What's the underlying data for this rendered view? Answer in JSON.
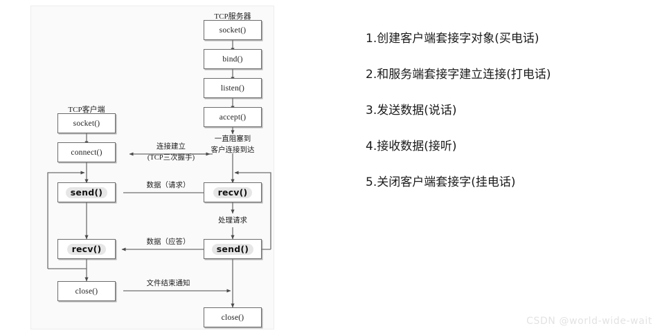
{
  "diagram": {
    "columns": {
      "server_title": "TCP服务器",
      "client_title": "TCP客户端"
    },
    "server_nodes": [
      {
        "id": "server-socket",
        "label": "socket()",
        "emphasis": false
      },
      {
        "id": "server-bind",
        "label": "bind()",
        "emphasis": false
      },
      {
        "id": "server-listen",
        "label": "listen()",
        "emphasis": false
      },
      {
        "id": "server-accept",
        "label": "accept()",
        "emphasis": false
      },
      {
        "id": "server-recv",
        "label": "recv()",
        "emphasis": true
      },
      {
        "id": "server-send",
        "label": "send()",
        "emphasis": true
      },
      {
        "id": "server-close",
        "label": "close()",
        "emphasis": false
      }
    ],
    "client_nodes": [
      {
        "id": "client-socket",
        "label": "socket()",
        "emphasis": false
      },
      {
        "id": "client-connect",
        "label": "connect()",
        "emphasis": false
      },
      {
        "id": "client-send",
        "label": "send()",
        "emphasis": true
      },
      {
        "id": "client-recv",
        "label": "recv()",
        "emphasis": true
      },
      {
        "id": "client-close",
        "label": "close()",
        "emphasis": false
      }
    ],
    "annotations": {
      "server_block_line1": "一直阻塞到",
      "server_block_line2": "客户连接到达",
      "connect_line1": "连接建立",
      "connect_line2": "(TCP三次握手)",
      "data_request": "数据（请求）",
      "data_response": "数据（应答）",
      "process_request": "处理请求",
      "eof_notify": "文件结束通知"
    }
  },
  "steps": [
    "1.创建客户端套接字对象(买电话)",
    "2.和服务端套接字建立连接(打电话)",
    "3.发送数据(说话)",
    "4.接收数据(接听)",
    "5.关闭客户端套接字(挂电话)"
  ],
  "watermark": "CSDN @world-wide-wait"
}
